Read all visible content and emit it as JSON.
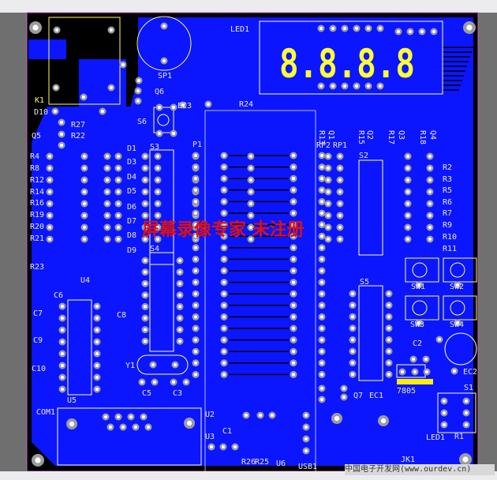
{
  "board": {
    "colors": {
      "copper": "#0b16ff",
      "background": "#000000",
      "silkscreen": "#ffff66",
      "pad": "#9c9c9c",
      "watermark": "#e01010"
    },
    "display_digits": "8.8.8.8"
  },
  "labels": {
    "LED1": "LED1",
    "SP1": "SP1",
    "Q6": "Q6",
    "K1": "K1",
    "D10": "D10",
    "Q5": "Q5",
    "R27": "R27",
    "R22": "R22",
    "S6": "S6",
    "EC3": "EC3",
    "R24": "R24",
    "P1": "P1",
    "S3": "S3",
    "D1": "D1",
    "D3": "D3",
    "D4": "D4",
    "D5": "D5",
    "D6": "D6",
    "D7": "D7",
    "D8": "D8",
    "D9": "D9",
    "R4": "R4",
    "R8": "R8",
    "R12": "R12",
    "R14": "R14",
    "R16": "R16",
    "R19": "R19",
    "R20": "R20",
    "R21": "R21",
    "R23": "R23",
    "U4": "U4",
    "C6": "C6",
    "C7": "C7",
    "C8": "C8",
    "C9": "C9",
    "C10": "C10",
    "U5": "U5",
    "Y1": "Y1",
    "C5": "C5",
    "C3": "C3",
    "COM1": "COM1",
    "U2": "U2",
    "U3": "U3",
    "C1": "C1",
    "R26": "R26",
    "R25": "R25",
    "U6": "U6",
    "USB1": "USB1",
    "Q7": "Q7",
    "EC1": "EC1",
    "REG": "7805",
    "C2": "C2",
    "EC2": "EC2",
    "S1": "S1",
    "JK1": "JK1",
    "LED1b": "LED1",
    "R1": "R1",
    "SW1": "SW1",
    "SW2": "SW2",
    "SW3": "SW3",
    "SW4": "SW4",
    "S2": "S2",
    "S4": "S4",
    "S5": "S5",
    "R2": "R2",
    "R3": "R3",
    "R5": "R5",
    "R6": "R6",
    "R7": "R7",
    "R9": "R9",
    "R10": "R10",
    "R11": "R11",
    "R13": "R13",
    "Q1": "Q1",
    "R15": "R15",
    "Q2": "Q2",
    "R17": "R17",
    "Q3": "Q3",
    "R18": "R18",
    "Q4": "Q4",
    "RP2": "RP2",
    "RP1": "RP1"
  },
  "watermark": "屏幕录像专家  未注册",
  "footer": "中国电子开发网(www.ourdev.cn)"
}
